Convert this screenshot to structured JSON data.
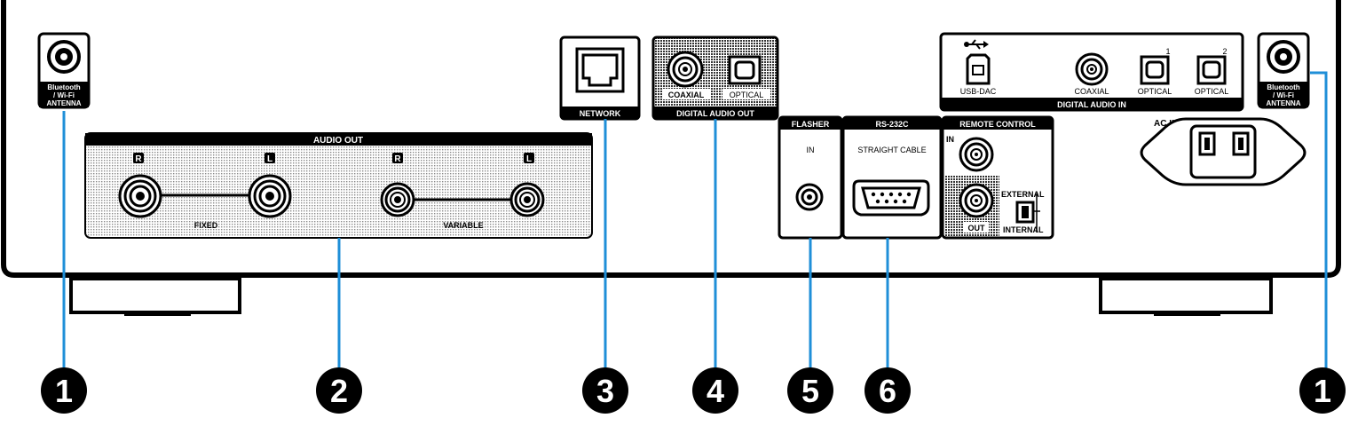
{
  "labels": {
    "bt_antenna": [
      "Bluetooth",
      "/ Wi-Fi",
      "ANTENNA"
    ],
    "audio_out": "AUDIO OUT",
    "ch_r": "R",
    "ch_l": "L",
    "fixed": "FIXED",
    "variable": "VARIABLE",
    "network": "NETWORK",
    "coaxial_upper": "COAXIAL",
    "optical_upper": "OPTICAL",
    "digital_audio_out": "DIGITAL AUDIO OUT",
    "usb_dac": "USB-DAC",
    "coaxial": "COAXIAL",
    "optical": "OPTICAL",
    "opt_num_1": "1",
    "opt_num_2": "2",
    "digital_audio_in": "DIGITAL AUDIO IN",
    "ac_in": "AC IN",
    "flasher": "FLASHER",
    "flasher_in": "IN",
    "rs232c": "RS-232C",
    "straight_cable": "STRAIGHT CABLE",
    "remote_control": "REMOTE CONTROL",
    "rc_in": "IN",
    "rc_out": "OUT",
    "external": "EXTERNAL",
    "internal": "INTERNAL"
  },
  "callouts": [
    "1",
    "2",
    "3",
    "4",
    "5",
    "6",
    "1"
  ],
  "colors": {
    "leader": "#1f8fd8",
    "panel": "#000000",
    "texture": "#d9d9d9"
  }
}
